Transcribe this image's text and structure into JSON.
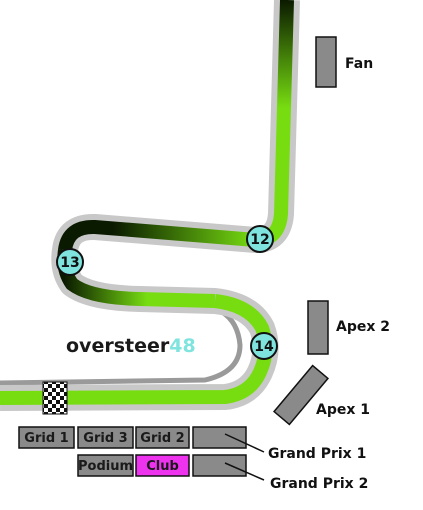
{
  "map": {
    "brand": {
      "main": "oversteer",
      "number": "48",
      "main_color": "#1a1a1a",
      "number_color": "#7fe3de"
    },
    "corners": [
      {
        "label": "12"
      },
      {
        "label": "13"
      },
      {
        "label": "14"
      }
    ],
    "stands": {
      "fan": "Fan",
      "apex2": "Apex 2",
      "apex1": "Apex 1",
      "grand_prix_1": "Grand Prix 1",
      "grand_prix_2": "Grand Prix 2"
    },
    "grid_blocks": {
      "grid1": "Grid 1",
      "grid3": "Grid 3",
      "grid2": "Grid 2",
      "podium": "Podium",
      "club": "Club"
    },
    "colors": {
      "track_green": "#77dd11",
      "track_dark": "#0a1a00",
      "track_edge": "#c8c8c8",
      "corner_marker": "#7fe3de",
      "stand_fill": "#8a8a8a",
      "club_fill": "#ee33ee"
    },
    "icons": {
      "finish": "checkered-flag-icon"
    }
  }
}
